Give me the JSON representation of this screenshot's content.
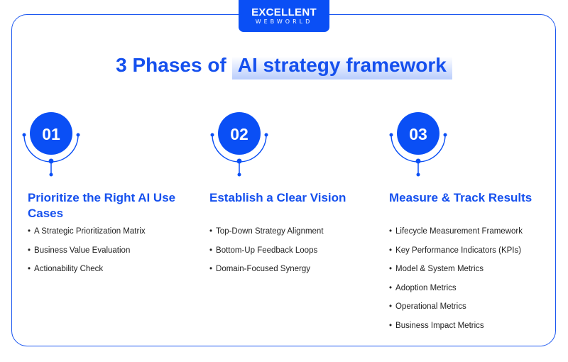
{
  "logo": {
    "line1": "EXCELLENT",
    "line2": "WEBWORLD"
  },
  "title": {
    "prefix": "3 Phases of",
    "highlight": "AI strategy framework"
  },
  "accent": "#1550ee",
  "phases": [
    {
      "number": "01",
      "heading": "Prioritize the Right AI Use Cases",
      "items": [
        "A Strategic Prioritization Matrix",
        "Business Value Evaluation",
        "Actionability Check"
      ]
    },
    {
      "number": "02",
      "heading": "Establish a Clear Vision",
      "items": [
        "Top-Down Strategy Alignment",
        "Bottom-Up Feedback Loops",
        "Domain-Focused Synergy"
      ]
    },
    {
      "number": "03",
      "heading": "Measure & Track Results",
      "items": [
        "Lifecycle Measurement Framework",
        "Key Performance Indicators (KPIs)",
        "Model & System Metrics",
        "Adoption Metrics",
        "Operational Metrics",
        "Business Impact Metrics"
      ]
    }
  ]
}
